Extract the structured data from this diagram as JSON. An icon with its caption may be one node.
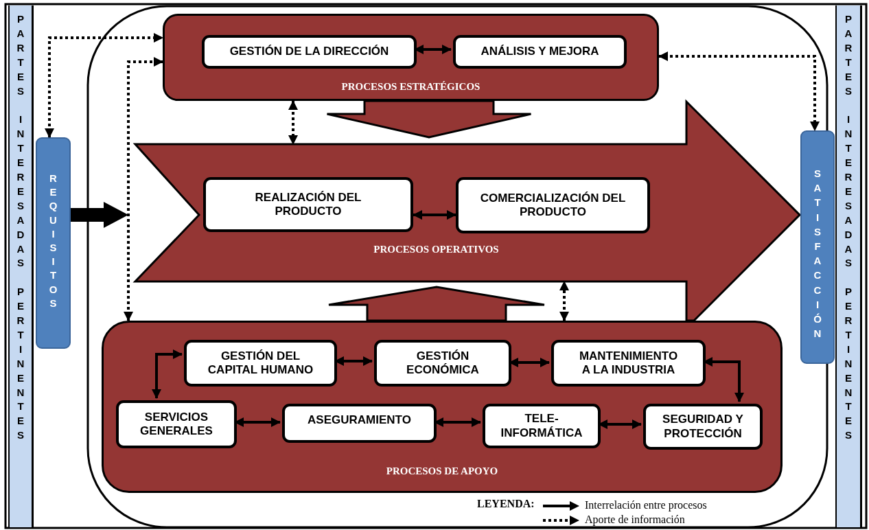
{
  "diagram": {
    "nodes": [
      {
        "text": [
          "PARTES INTERESADAS PERTINENTES"
        ]
      },
      {
        "text": [
          "REQUISITOS"
        ]
      },
      {
        "text": [
          "PROCESOS ESTRATÉGICOS"
        ]
      },
      {
        "text": [
          "GESTIÓN DE LA DIRECCIÓN"
        ],
        "in": 2
      },
      {
        "text": [
          "ANÁLISIS Y MEJORA"
        ],
        "in": 2
      },
      {
        "text": [
          "PROCESOS OPERATIVOS"
        ]
      },
      {
        "text": [
          "REALIZACIÓN DEL PRODUCTO"
        ],
        "in": 5
      },
      {
        "text": [
          "COMERCIALIZACIÓN DEL PRODUCTO"
        ],
        "in": 5
      },
      {
        "text": [
          "PROCESOS DE APOYO"
        ]
      },
      {
        "text": [
          "GESTIÓN DEL CAPITAL HUMANO"
        ],
        "in": 8
      },
      {
        "text": [
          "GESTIÓN ECONÓMICA"
        ],
        "in": 8
      },
      {
        "text": [
          "MANTENIMIENTO A LA INDUSTRIA"
        ],
        "in": 8
      },
      {
        "text": [
          "SERVICIOS GENERALES"
        ],
        "in": 8
      },
      {
        "text": [
          "ASEGURAMIENTO"
        ],
        "in": 8
      },
      {
        "text": [
          "TELE- INFORMÁTICA"
        ],
        "in": 8
      },
      {
        "text": [
          "SEGURIDAD Y PROTECCIÓN"
        ],
        "in": 8
      },
      {
        "text": [
          "SATISFACCIÓN"
        ]
      },
      {
        "text": [
          "PARTES INTERESADAS PERTINENTES"
        ]
      }
    ],
    "edges": [
      {
        "from": 3,
        "to": 4,
        "arrow": "both"
      },
      {
        "from": 6,
        "to": 7,
        "arrow": "both"
      },
      {
        "from": 9,
        "to": 10,
        "arrow": "both"
      },
      {
        "from": 10,
        "to": 11,
        "arrow": "both"
      },
      {
        "from": 12,
        "to": 13,
        "arrow": "both"
      },
      {
        "from": 13,
        "to": 14,
        "arrow": "both"
      },
      {
        "from": 14,
        "to": 15,
        "arrow": "both"
      },
      {
        "from": 12,
        "to": 9,
        "arrow": "both"
      },
      {
        "from": 11,
        "to": 15,
        "arrow": "both"
      },
      {
        "from": 2,
        "to": 5,
        "arrow": "both",
        "style": "dashed"
      },
      {
        "from": 8,
        "to": 5,
        "arrow": "both",
        "style": "dashed"
      },
      {
        "from": 1,
        "to": 2,
        "arrow": "both",
        "style": "dashed"
      },
      {
        "from": 8,
        "to": 2,
        "arrow": "both",
        "style": "dashed"
      },
      {
        "from": 2,
        "to": 16,
        "arrow": "both",
        "style": "dashed"
      },
      {
        "from": 1,
        "to": 5,
        "arrow": "to",
        "style": "thick"
      },
      {
        "from": 2,
        "to": 5,
        "arrow": "to",
        "style": "thick",
        "color": "#943634"
      },
      {
        "from": 8,
        "to": 5,
        "arrow": "to",
        "style": "thick",
        "color": "#943634"
      }
    ],
    "labels": [
      "LEYENDA:"
    ],
    "legend": [
      {
        "text": "Interrelación entre procesos"
      },
      {
        "text": "Aporte de información"
      }
    ]
  }
}
